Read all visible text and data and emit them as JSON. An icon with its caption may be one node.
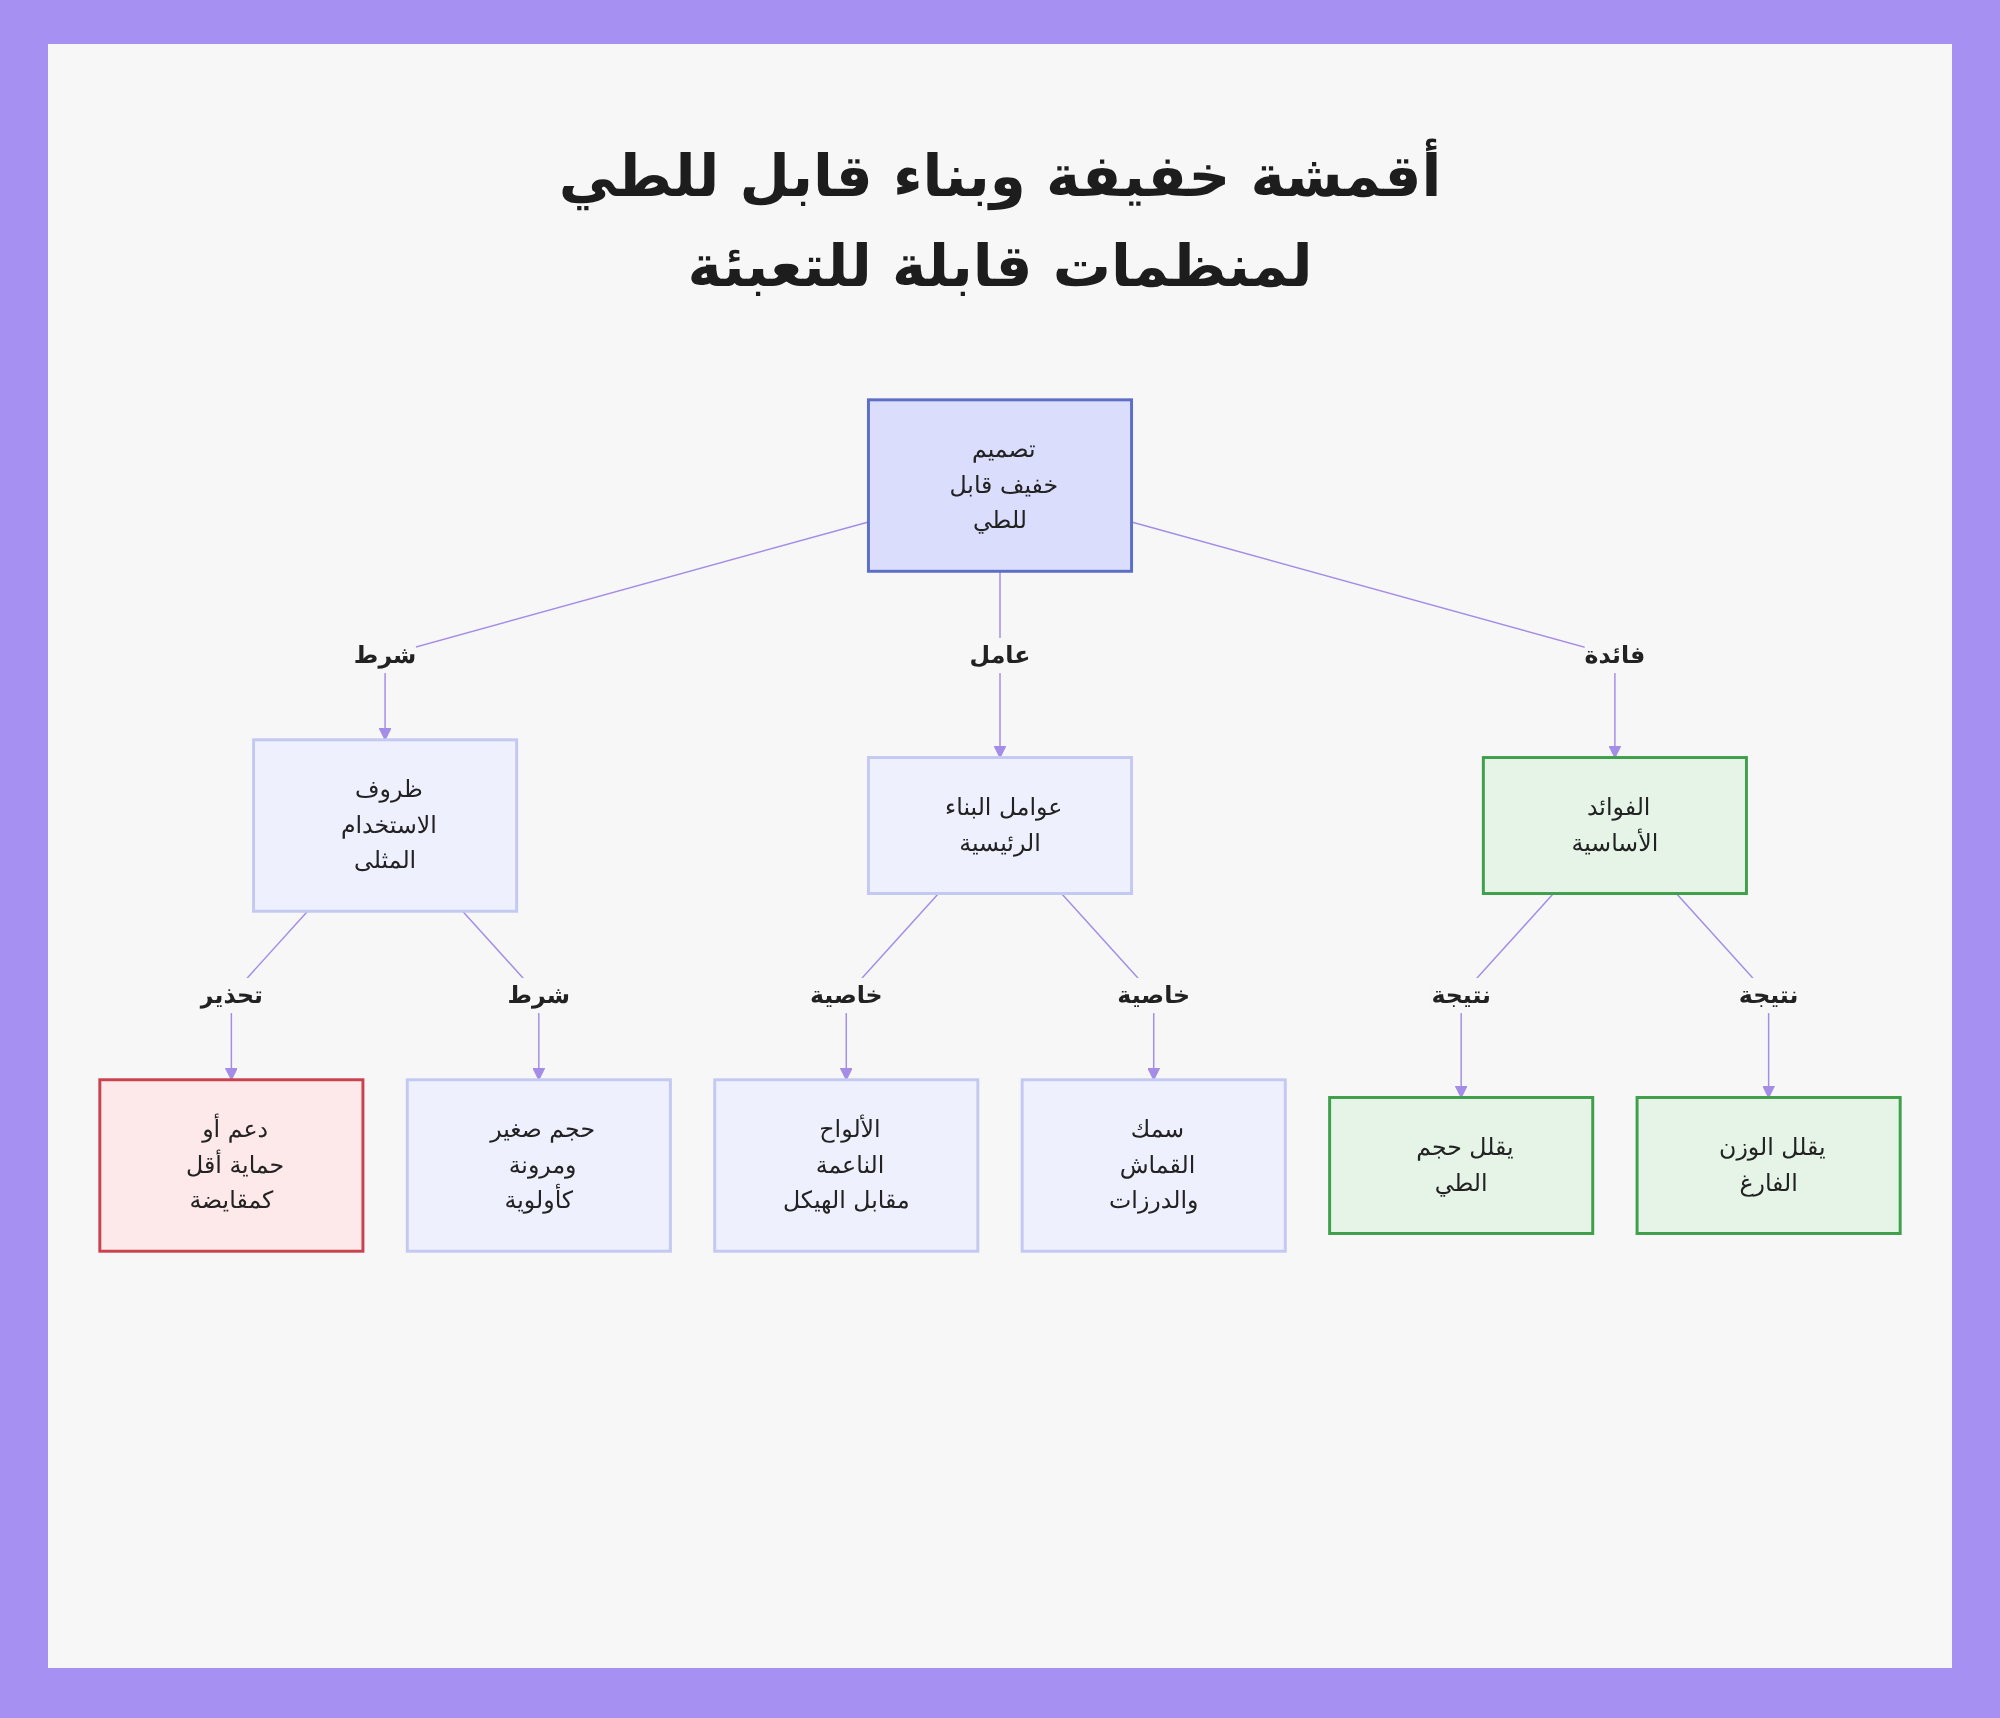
{
  "diagram": {
    "title": "أقمشة خفيفة وبناء قابل للطي لمنظمات قابلة للتعبئة",
    "nodes": [
      {
        "text": [
          "تصميم خفيف قابل للطي"
        ]
      },
      {
        "text": [
          "ظروف الاستخدام المثلى"
        ]
      },
      {
        "text": [
          "عوامل البناء الرئيسية"
        ]
      },
      {
        "text": [
          "الفوائد الأساسية"
        ]
      },
      {
        "text": [
          "دعم أو حماية أقل كمقايضة"
        ]
      },
      {
        "text": [
          "حجم صغير ومرونة كأولوية"
        ]
      },
      {
        "text": [
          "الألواح الناعمة مقابل الهيكل"
        ]
      },
      {
        "text": [
          "سمك القماش والدرزات"
        ]
      },
      {
        "text": [
          "يقلل حجم الطي"
        ]
      },
      {
        "text": [
          "يقلل الوزن الفارغ"
        ]
      }
    ],
    "edges": [
      {
        "from": 0,
        "to": 1,
        "arrow": "to",
        "label": "شرط"
      },
      {
        "from": 0,
        "to": 2,
        "arrow": "to",
        "label": "عامل"
      },
      {
        "from": 0,
        "to": 3,
        "arrow": "to",
        "label": "فائدة"
      },
      {
        "from": 1,
        "to": 4,
        "arrow": "to",
        "label": "تحذير"
      },
      {
        "from": 1,
        "to": 5,
        "arrow": "to",
        "label": "شرط"
      },
      {
        "from": 2,
        "to": 6,
        "arrow": "to",
        "label": "خاصية"
      },
      {
        "from": 2,
        "to": 7,
        "arrow": "to",
        "label": "خاصية"
      },
      {
        "from": 3,
        "to": 8,
        "arrow": "to",
        "label": "نتيجة"
      },
      {
        "from": 3,
        "to": 9,
        "arrow": "to",
        "label": "نتيجة"
      }
    ]
  }
}
